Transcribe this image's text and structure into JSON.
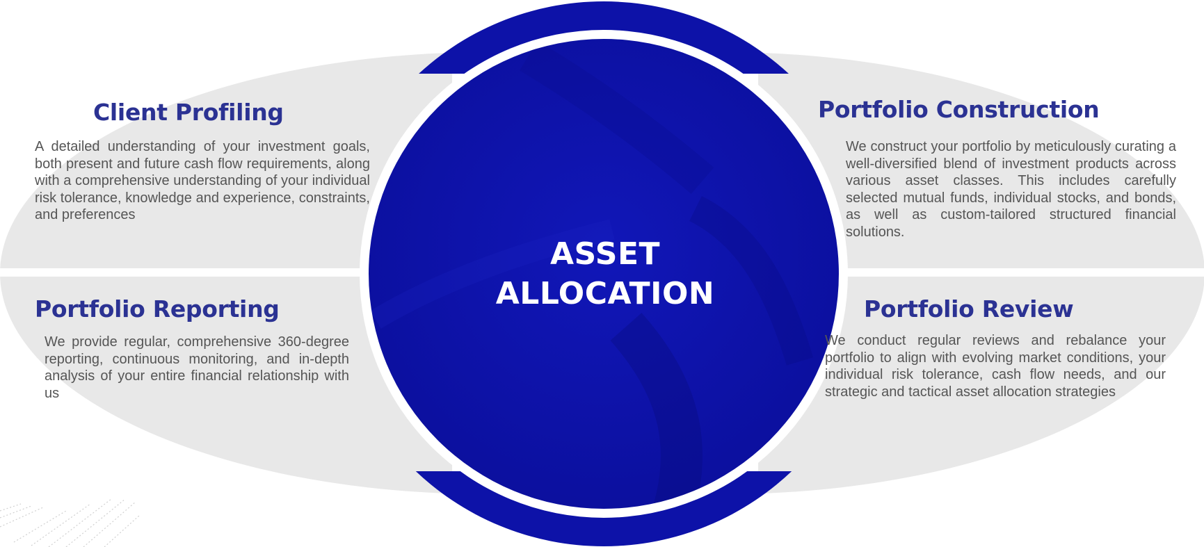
{
  "center": {
    "line1": "ASSET",
    "line2": "ALLOCATION"
  },
  "panels": {
    "client_profiling": {
      "title": "Client Profiling",
      "text": "A detailed understanding of your investment goals, both present and future cash flow requirements, along with a comprehensive understanding of your individual risk tolerance, knowledge and experience, constraints, and preferences"
    },
    "portfolio_construction": {
      "title": "Portfolio Construction",
      "text": "We construct your portfolio by meticulously curating a well-diversified blend of investment products across various asset classes. This includes carefully selected mutual funds, individual stocks, and bonds, as well as custom-tailored structured financial solutions."
    },
    "portfolio_reporting": {
      "title": "Portfolio Reporting",
      "text": "We provide regular, comprehensive 360-degree reporting, continuous monitoring, and in-depth analysis of your entire financial relationship with us"
    },
    "portfolio_review": {
      "title": "Portfolio Review",
      "text": "We conduct regular reviews and rebalance your portfolio to align with evolving market conditions, your individual risk tolerance, cash flow needs, and our strategic and tactical asset allocation strategies"
    }
  },
  "colors": {
    "title": "#2b3293",
    "body_text": "#555555",
    "panel_fill": "#e8e8e8",
    "circle_blue": "#0d12a8",
    "circle_dark": "#0a0e7a",
    "center_text": "#ffffff"
  }
}
